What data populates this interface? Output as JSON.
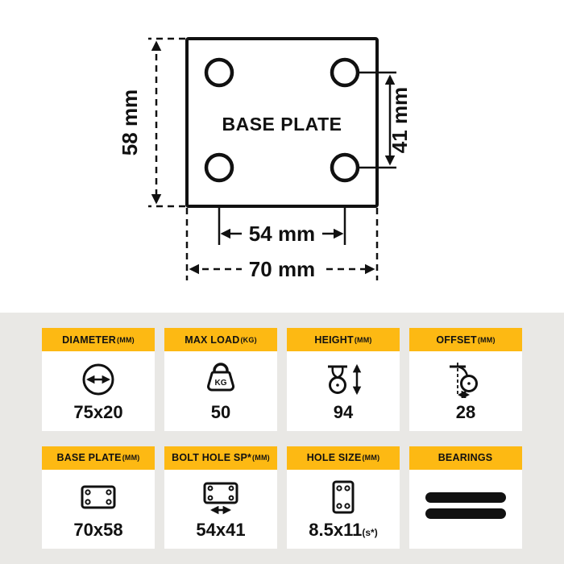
{
  "colors": {
    "accent": "#fdb913",
    "section_bg": "#e9e8e5",
    "ink": "#111111"
  },
  "diagram": {
    "plate_label": "BASE PLATE",
    "height_label": "58 mm",
    "hole_span_vertical_label": "41 mm",
    "hole_span_horizontal_label": "54 mm",
    "width_label": "70 mm"
  },
  "specs": [
    {
      "title": "DIAMETER",
      "unit": "(MM)",
      "icon": "diameter-icon",
      "value": "75x20",
      "value_suffix": ""
    },
    {
      "title": "MAX LOAD",
      "unit": "(KG)",
      "icon": "weight-kg-icon",
      "icon_label": "KG",
      "value": "50",
      "value_suffix": ""
    },
    {
      "title": "HEIGHT",
      "unit": "(MM)",
      "icon": "caster-height-icon",
      "value": "94",
      "value_suffix": ""
    },
    {
      "title": "OFFSET",
      "unit": "(MM)",
      "icon": "caster-offset-icon",
      "value": "28",
      "value_suffix": ""
    },
    {
      "title": "BASE PLATE",
      "unit": "(MM)",
      "icon": "base-plate-icon",
      "value": "70x58",
      "value_suffix": ""
    },
    {
      "title": "BOLT HOLE SP*",
      "unit": "(MM)",
      "icon": "bolt-hole-spacing-icon",
      "value": "54x41",
      "value_suffix": ""
    },
    {
      "title": "HOLE SIZE",
      "unit": "(MM)",
      "icon": "hole-size-icon",
      "value": "8.5x11",
      "value_suffix": "(s*)"
    },
    {
      "title": "BEARINGS",
      "unit": "",
      "icon": "bearings-icon",
      "value": "",
      "value_suffix": ""
    }
  ]
}
